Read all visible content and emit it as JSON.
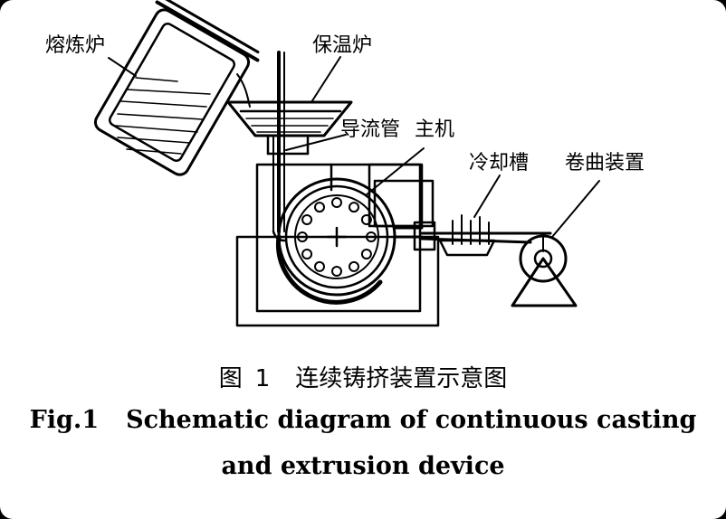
{
  "labels": {
    "melting_furnace": "熔炼炉",
    "holding_furnace": "保温炉",
    "launder_pipe": "导流管",
    "main_machine": "主机",
    "cooling_tank": "冷却槽",
    "coiling_device": "卷曲装置"
  },
  "caption": {
    "zh_fig": "图",
    "zh_num": "1",
    "zh_title": "连续铸挤装置示意图",
    "en_fig": "Fig.1",
    "en_title_line1": "Schematic diagram of continuous casting",
    "en_title_line2": "and extrusion device"
  },
  "colors": {
    "ink": "#000000",
    "paper": "#ffffff",
    "frame": "#000000"
  }
}
